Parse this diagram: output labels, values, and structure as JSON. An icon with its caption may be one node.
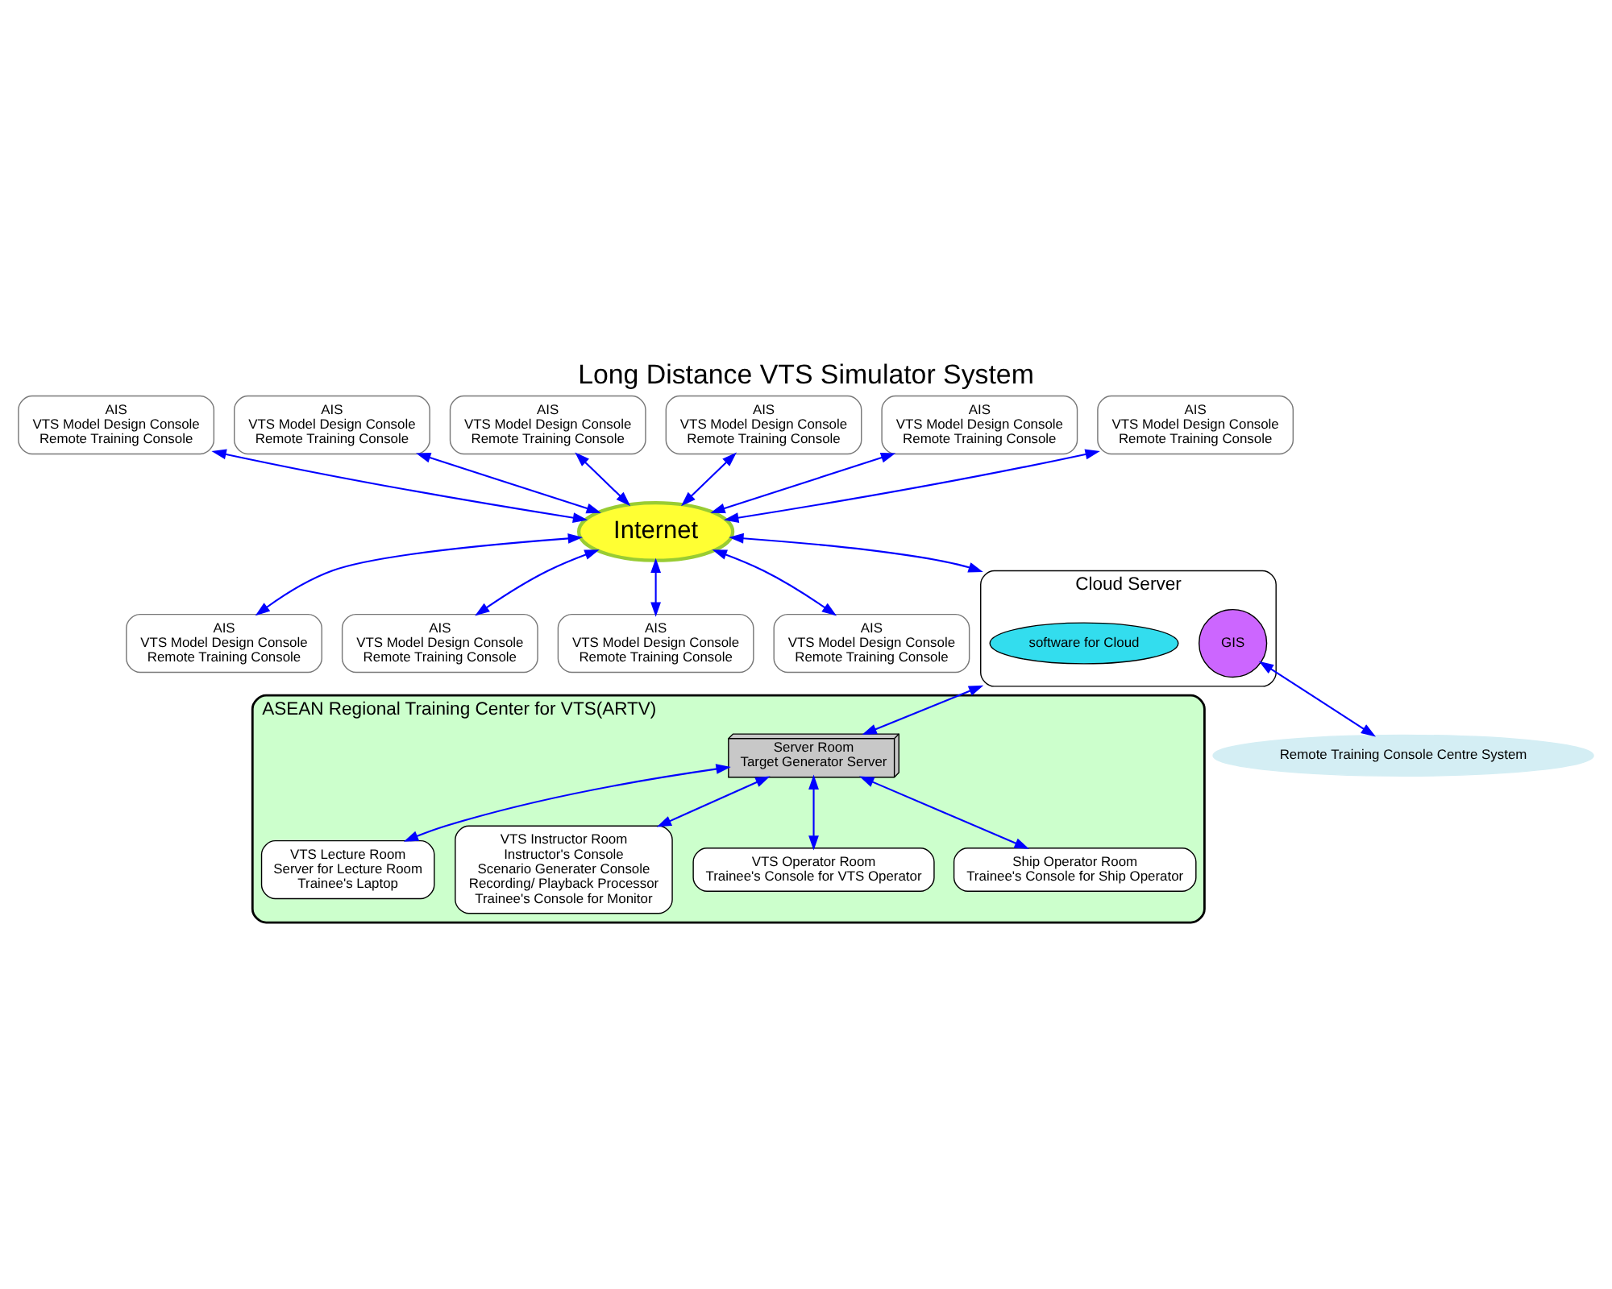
{
  "diagram": {
    "title": "Long Distance VTS Simulator System",
    "nodes": [
      {
        "text": [
          "Internet"
        ]
      },
      {
        "text": [
          "AIS",
          "VTS Model Design Console",
          "Remote Training Console"
        ]
      },
      {
        "text": [
          "AIS",
          "VTS Model Design Console",
          "Remote Training Console"
        ]
      },
      {
        "text": [
          "AIS",
          "VTS Model Design Console",
          "Remote Training Console"
        ]
      },
      {
        "text": [
          "AIS",
          "VTS Model Design Console",
          "Remote Training Console"
        ]
      },
      {
        "text": [
          "AIS",
          "VTS Model Design Console",
          "Remote Training Console"
        ]
      },
      {
        "text": [
          "AIS",
          "VTS Model Design Console",
          "Remote Training Console"
        ]
      },
      {
        "text": [
          "AIS",
          "VTS Model Design Console",
          "Remote Training Console"
        ]
      },
      {
        "text": [
          "AIS",
          "VTS Model Design Console",
          "Remote Training Console"
        ]
      },
      {
        "text": [
          "AIS",
          "VTS Model Design Console",
          "Remote Training Console"
        ]
      },
      {
        "text": [
          "AIS",
          "VTS Model Design Console",
          "Remote Training Console"
        ]
      },
      {
        "text": [
          "Cloud Server"
        ]
      },
      {
        "text": [
          "software for Cloud"
        ],
        "in": 11
      },
      {
        "text": [
          "GIS"
        ],
        "in": 11
      },
      {
        "text": [
          "Remote Training Console Centre System"
        ]
      },
      {
        "text": [
          "ASEAN Regional Training Center for VTS(ARTV)"
        ]
      },
      {
        "text": [
          "Server Room",
          "Target Generator Server"
        ],
        "in": 15
      },
      {
        "text": [
          "VTS Lecture Room",
          "Server for Lecture Room",
          "Trainee's Laptop"
        ],
        "in": 15
      },
      {
        "text": [
          "VTS Instructor Room",
          "Instructor's Console",
          "Scenario Generater Console",
          "Recording/ Playback Processor",
          "Trainee's Console for Monitor"
        ],
        "in": 15
      },
      {
        "text": [
          "VTS Operator Room",
          "Trainee's Console for VTS Operator"
        ],
        "in": 15
      },
      {
        "text": [
          "Ship Operator Room",
          "Trainee's Console for Ship Operator"
        ],
        "in": 15
      }
    ],
    "edges": [
      {
        "from": 1,
        "to": 0,
        "arrow": "both"
      },
      {
        "from": 2,
        "to": 0,
        "arrow": "both"
      },
      {
        "from": 3,
        "to": 0,
        "arrow": "both"
      },
      {
        "from": 4,
        "to": 0,
        "arrow": "both"
      },
      {
        "from": 5,
        "to": 0,
        "arrow": "both"
      },
      {
        "from": 6,
        "to": 0,
        "arrow": "both"
      },
      {
        "from": 0,
        "to": 7,
        "arrow": "both"
      },
      {
        "from": 0,
        "to": 8,
        "arrow": "both"
      },
      {
        "from": 0,
        "to": 9,
        "arrow": "both"
      },
      {
        "from": 0,
        "to": 10,
        "arrow": "both"
      },
      {
        "from": 0,
        "to": 11,
        "arrow": "both"
      },
      {
        "from": 13,
        "to": 14,
        "arrow": "both"
      },
      {
        "from": 11,
        "to": 16,
        "arrow": "both"
      },
      {
        "from": 16,
        "to": 17,
        "arrow": "both"
      },
      {
        "from": 16,
        "to": 18,
        "arrow": "both"
      },
      {
        "from": 16,
        "to": 19,
        "arrow": "both"
      },
      {
        "from": 16,
        "to": 20,
        "arrow": "both"
      }
    ]
  }
}
